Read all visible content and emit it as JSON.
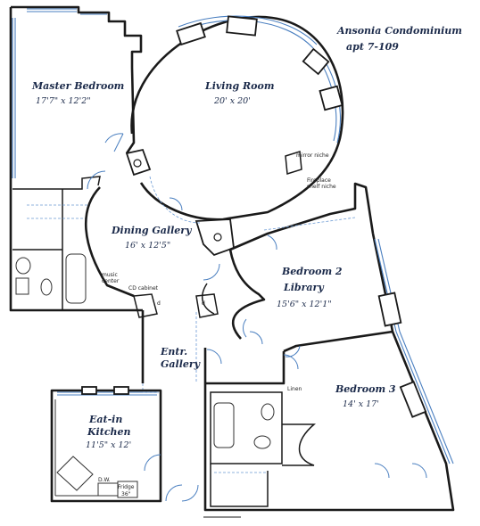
{
  "header": {
    "building": "Ansonia Condominium",
    "unit": "apt 7-109"
  },
  "rooms": [
    {
      "id": "master-bedroom",
      "name": "Master Bedroom",
      "size": "17'7\" x 12'2\""
    },
    {
      "id": "living-room",
      "name": "Living Room",
      "size": "20' x 20'"
    },
    {
      "id": "dining-gallery",
      "name": "Dining Gallery",
      "size": "16' x 12'5\""
    },
    {
      "id": "bedroom-2",
      "name": "Bedroom 2",
      "name2": "Library",
      "size": "15'6\" x 12'1\""
    },
    {
      "id": "entry-gallery",
      "name": "Entr.",
      "name2": "Gallery"
    },
    {
      "id": "bedroom-3",
      "name": "Bedroom 3",
      "size": "14' x 17'"
    },
    {
      "id": "kitchen",
      "name": "Eat-in",
      "name2": "Kitchen",
      "size": "11'5\" x 12'"
    }
  ],
  "annotations": {
    "mirror_niche": "mirror niche",
    "fireplace": "Fireplace",
    "shelf_niche": "shelf niche",
    "music_center": "music",
    "music_center2": "center",
    "cd_cabinet": "CD cabinet",
    "linen": "Linen",
    "dw": "D.W.",
    "fridge": "Fridge",
    "fridge_size": "36\"",
    "closet_d1": "d",
    "closet_d2": "d"
  }
}
